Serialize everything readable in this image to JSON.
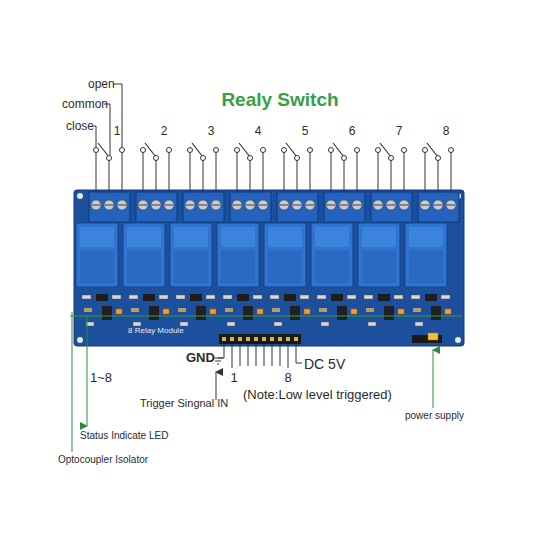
{
  "diagram": {
    "title": "Realy Switch",
    "nodes": [
      {
        "text": [
          "8 Relay Module"
        ]
      }
    ],
    "labels": [
      "open",
      "common",
      "close",
      "1",
      "2",
      "3",
      "4",
      "5",
      "6",
      "7",
      "8",
      "GND",
      "DC 5V",
      "1",
      "8",
      "1~8",
      "Trigger Singnal IN",
      "(Note:Low level triggered)",
      "power supply",
      "Status Indicate LED",
      "Optocoupler Isolator"
    ]
  }
}
